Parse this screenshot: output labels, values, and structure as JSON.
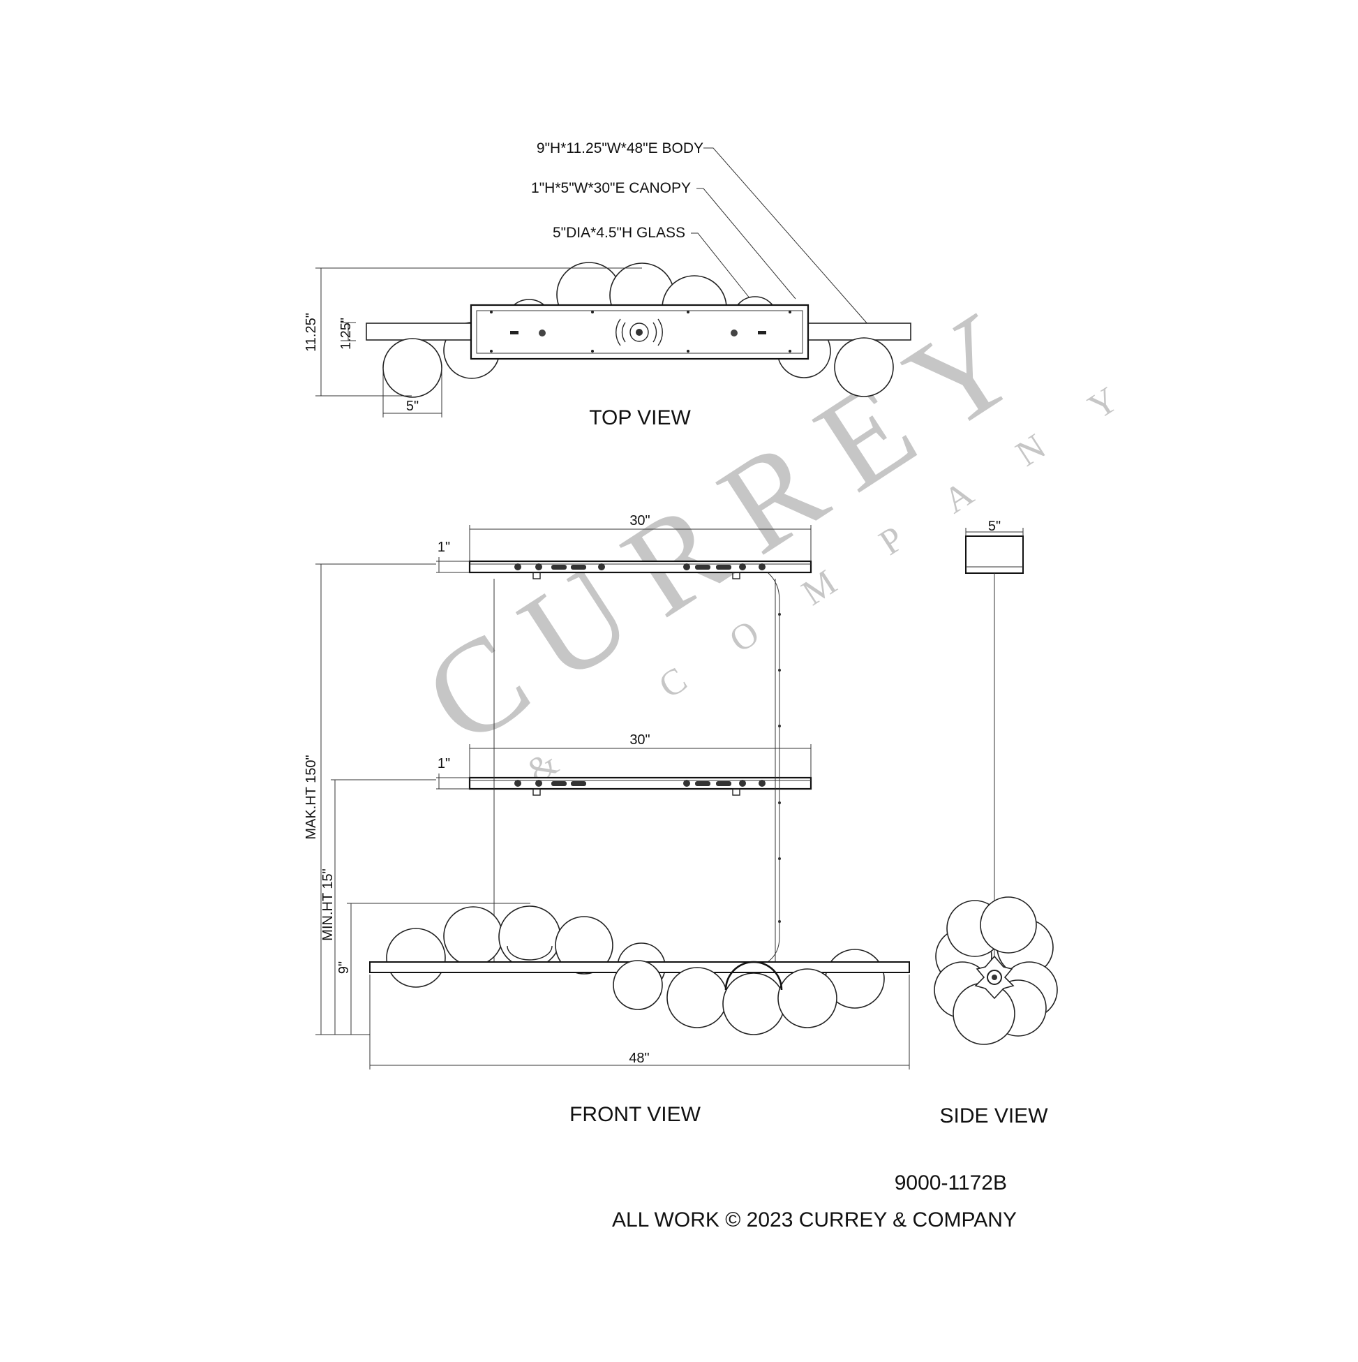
{
  "callouts": {
    "body": "9\"H*11.25\"W*48\"E BODY",
    "canopy": "1\"H*5\"W*30\"E CANOPY",
    "glass": "5\"DIA*4.5\"H  GLASS"
  },
  "top_view": {
    "title": "TOP VIEW",
    "dim_overall": "11.25\"",
    "dim_bar": "1.25\"",
    "dim_globe": "5\""
  },
  "front_view": {
    "title": "FRONT VIEW",
    "dim_canopy_width_top": "30\"",
    "dim_canopy_width_low": "30\"",
    "dim_canopy_height_top": "1\"",
    "dim_canopy_height_low": "1\"",
    "dim_max_height": "MAK.HT 150\"",
    "dim_min_height": "MIN.HT 15\"",
    "dim_body_height": "9\"",
    "dim_body_width": "48\""
  },
  "side_view": {
    "title": "SIDE VIEW",
    "dim_canopy_width": "5\""
  },
  "footer": {
    "part_number": "9000-1172B",
    "copyright": "ALL WORK © 2023 CURREY & COMPANY"
  },
  "watermark": {
    "word": "CURREY",
    "sub": "& COMPANY"
  }
}
